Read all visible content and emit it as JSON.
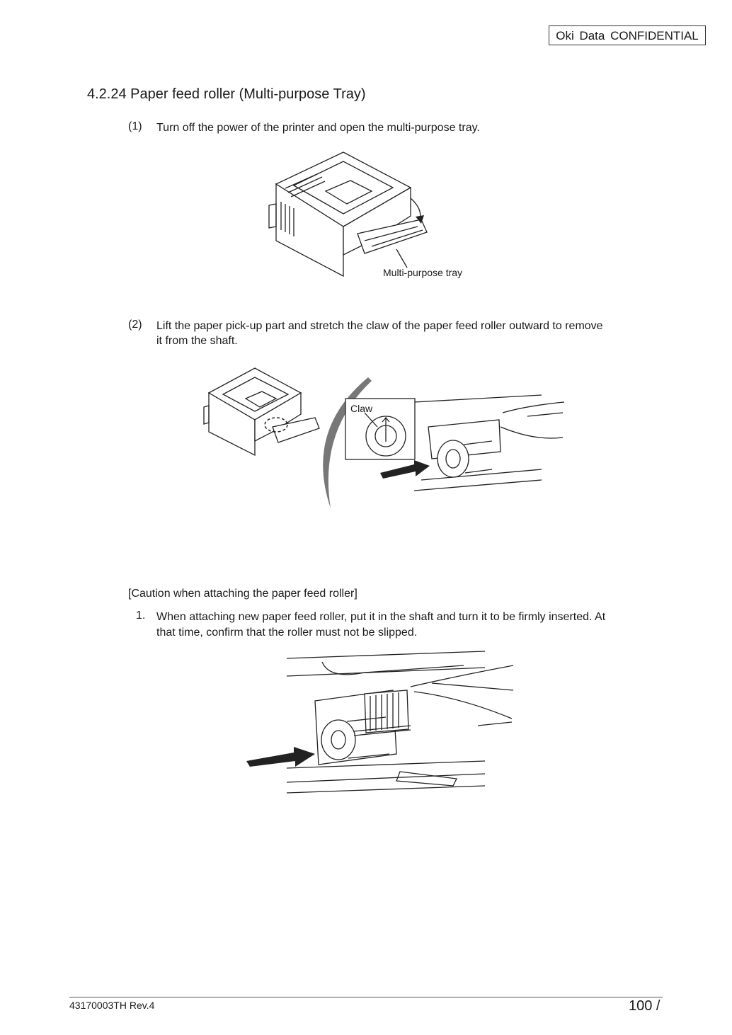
{
  "header": {
    "confidential": "Oki  Data  CONFIDENTIAL"
  },
  "section": {
    "title": "4.2.24  Paper feed roller (Multi-purpose Tray)"
  },
  "steps": [
    {
      "num": "(1)",
      "text": "Turn off the power of the printer and open the multi-purpose tray."
    },
    {
      "num": "(2)",
      "text_line1": "Lift the paper pick-up part and stretch the claw of the paper feed roller outward to remove",
      "text_line2": "it from the shaft."
    }
  ],
  "figures": {
    "fig1_label": "Multi-purpose tray",
    "fig2_label": "Claw"
  },
  "caution": {
    "title": "[Caution when attaching the paper feed roller]",
    "items": [
      {
        "num": "1.",
        "text_line1": "When attaching new paper feed roller, put it in the shaft and turn it to be firmly inserted. At",
        "text_line2": "that time, confirm that the roller must not be slipped."
      }
    ]
  },
  "footer": {
    "doc_id": "43170003TH  Rev.4",
    "page": "100 /"
  }
}
